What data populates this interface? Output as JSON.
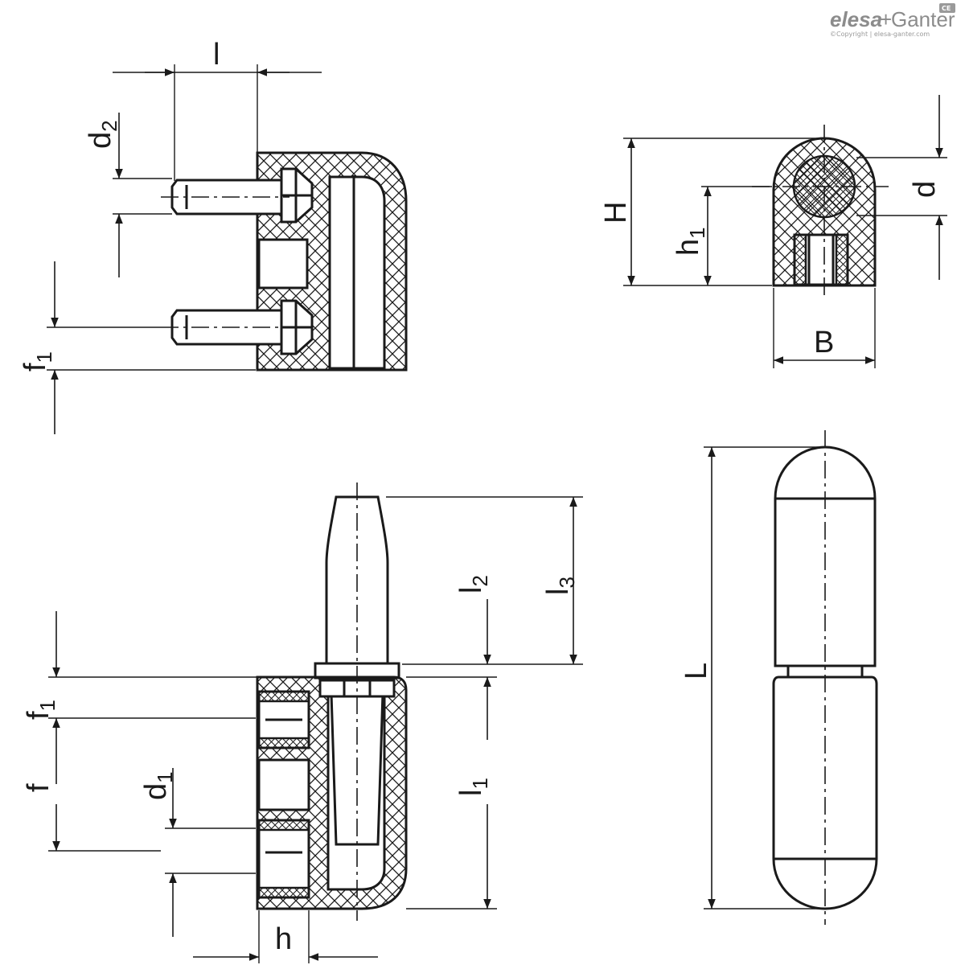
{
  "brand": {
    "name_part1": "elesa",
    "plus": "+",
    "name_part2": "Ganter",
    "copyright": "©Copyright | elesa-ganter.com",
    "badge": "CE"
  },
  "dimensions": {
    "l": "l",
    "d2": "d2",
    "f1_top": "f1",
    "H": "H",
    "h1": "h1",
    "d": "d",
    "B": "B",
    "l2": "l2",
    "l3": "l3",
    "f1_bottom": "f1",
    "f": "f",
    "d1": "d1",
    "l1": "l1",
    "h": "h",
    "L": "L"
  },
  "colors": {
    "line": "#1a1a1a",
    "brand": "#8c8c8c",
    "background": "#ffffff"
  }
}
